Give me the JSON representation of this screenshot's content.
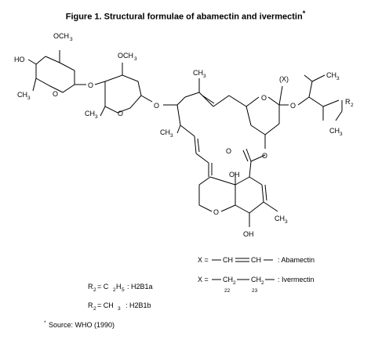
{
  "title": {
    "main": "Figure 1.  Structural formulae of abamectin and ivermectin",
    "marker": "*"
  },
  "labels": {
    "och3_left": "OCH",
    "och3_mid": "OCH",
    "ho": "HO",
    "ch3_sugar1": "CH",
    "ch3_sugar2": "CH",
    "ch3_top": "CH",
    "ch3_c12": "CH",
    "ch3_right_top": "CH",
    "ch3_right_bottom": "CH",
    "ch3_ring": "CH",
    "x_label": "(X)",
    "r2": "R",
    "oh_top": "OH",
    "oh_bottom": "OH",
    "o": "O",
    "sub3": "3",
    "sub2": "2"
  },
  "legend": {
    "x_prefix": "X =",
    "abamectin_formula_a": "CH",
    "abamectin_formula_b": "CH",
    "abamectin_name": ":  Abamectin",
    "ivermectin_formula_a": "CH",
    "ivermectin_formula_b": "CH",
    "ivermectin_sub_a": "2",
    "ivermectin_sub_b": "2",
    "ivermectin_pos_a": "22",
    "ivermectin_pos_b": "23",
    "ivermectin_name": ":  Ivermectin",
    "r2_a_prefix": "R",
    "r2_a_sub": "2",
    "r2_a_formula": "= C",
    "r2_a_formula_sub1": "2",
    "r2_a_formula_mid": "H",
    "r2_a_formula_sub2": "5",
    "r2_a_code": ":  H2B1a",
    "r2_b_prefix": "R",
    "r2_b_sub": "2",
    "r2_b_formula": "= CH",
    "r2_b_formula_sub": "3",
    "r2_b_code": ":  H2B1b",
    "source_marker": "*",
    "source": "Source:  WHO (1990)"
  }
}
